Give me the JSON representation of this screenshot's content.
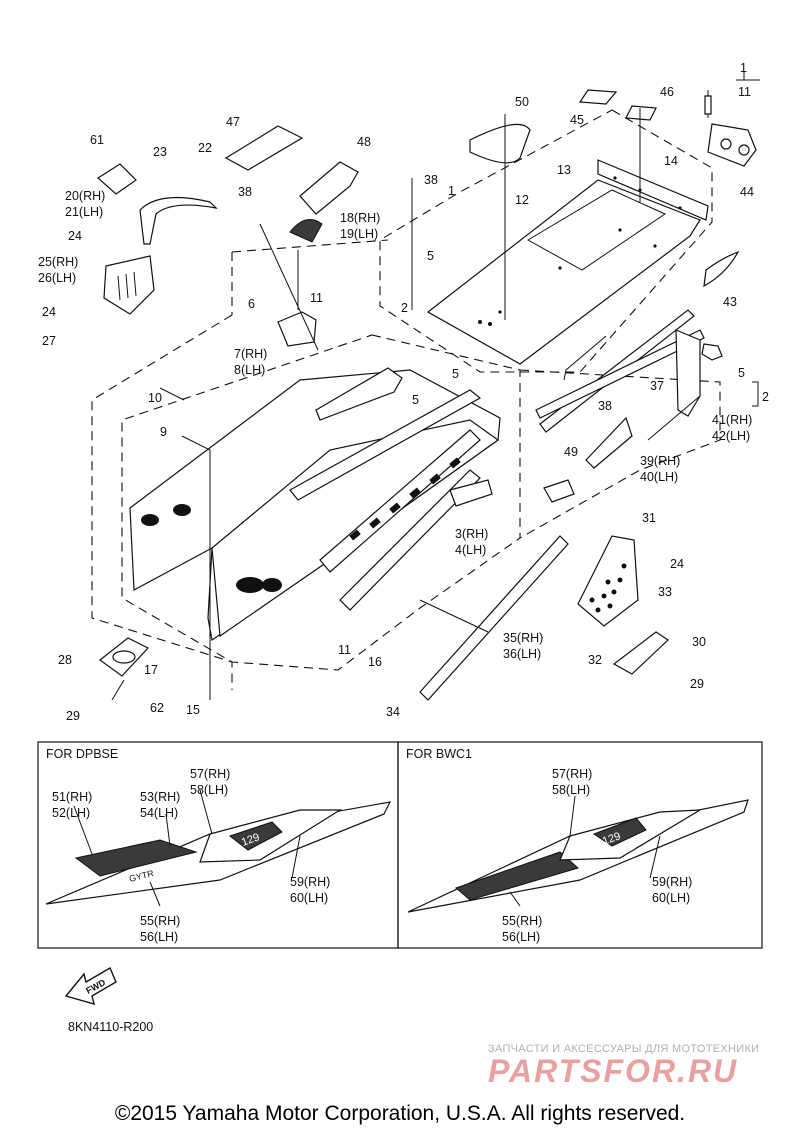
{
  "labels": {
    "l1_top": "1",
    "l11_top": "11",
    "l44": "44",
    "l46": "46",
    "l45": "45",
    "l50": "50",
    "l47": "47",
    "l48": "48",
    "l61": "61",
    "l23": "23",
    "l22": "22",
    "l20": "20(RH)",
    "l21": "21(LH)",
    "l24a": "24",
    "l25": "25(RH)",
    "l26": "26(LH)",
    "l24b": "24",
    "l27": "27",
    "l38a": "38",
    "l18": "18(RH)",
    "l19": "19(LH)",
    "l38b": "38",
    "l1_mid": "1",
    "l12": "12",
    "l13": "13",
    "l14": "14",
    "l5a": "5",
    "l43": "43",
    "l6": "6",
    "l11b": "11",
    "l2": "2",
    "l7": "7(RH)",
    "l8": "8(LH)",
    "l5b": "5",
    "l5c": "5",
    "l5d": "5",
    "l2r": "2",
    "l10": "10",
    "l9": "9",
    "l37": "37",
    "l41": "41(RH)",
    "l42": "42(LH)",
    "l38c": "38",
    "l49": "49",
    "l39": "39(RH)",
    "l40": "40(LH)",
    "l3": "3(RH)",
    "l4": "4(LH)",
    "l31": "31",
    "l24c": "24",
    "l33": "33",
    "l35": "35(RH)",
    "l36": "36(LH)",
    "l30": "30",
    "l32": "32",
    "l11c": "11",
    "l28": "28",
    "l17": "17",
    "l16": "16",
    "l29a": "29",
    "l29b": "29",
    "l62": "62",
    "l15": "15",
    "l34": "34"
  },
  "box_left": {
    "title": "FOR DPBSE",
    "labels": {
      "a57": "57(RH)",
      "a58": "58(LH)",
      "a51": "51(RH)",
      "a52": "52(LH)",
      "a53": "53(RH)",
      "a54": "54(LH)",
      "a59": "59(RH)",
      "a60": "60(LH)",
      "a55": "55(RH)",
      "a56": "56(LH)"
    },
    "decal_number": "129",
    "decal_model": "GYTR"
  },
  "box_right": {
    "title": "FOR BWC1",
    "labels": {
      "b57": "57(RH)",
      "b58": "58(LH)",
      "b59": "59(RH)",
      "b60": "60(LH)",
      "b55": "55(RH)",
      "b56": "56(LH)"
    },
    "decal_number": "129"
  },
  "fwd_arrow_text": "FWD",
  "drawing_code": "8KN4110-R200",
  "watermark_caption": "ЗАПЧАСТИ И АКСЕССУАРЫ ДЛЯ МОТОТЕХНИКИ",
  "watermark_logo_text": "PARTSFOR.RU",
  "copyright": "©2015 Yamaha Motor Corporation, U.S.A. All rights reserved.",
  "colors": {
    "line": "#111111",
    "watermark_red": "#e8a0a0",
    "watermark_grey": "#b0b0b0"
  }
}
